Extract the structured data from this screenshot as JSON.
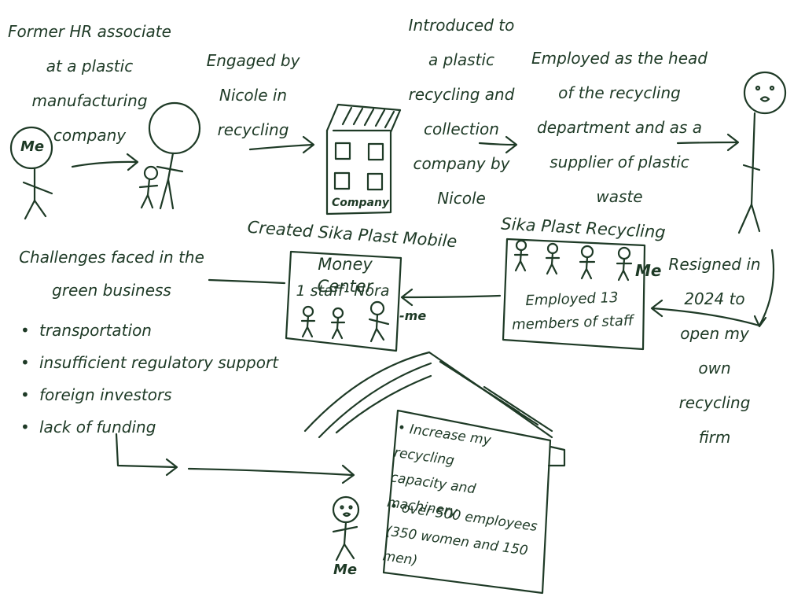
{
  "steps": {
    "hr": "Former HR associate\nat a plastic\nmanufacturing\ncompany",
    "engaged": "Engaged by\nNicole in\nrecycling",
    "introduced": "Introduced to\na plastic\nrecycling and\ncollection\ncompany by\nNicole",
    "employed": "Employed as the head\nof the recycling\ndepartment and as a\nsupplier of plastic\nwaste",
    "resigned": "Resigned in\n2024 to\nopen my\nown\nrecycling\nfirm"
  },
  "labels": {
    "me": "Me",
    "me_dash": "-me",
    "company": "Company",
    "sika_recycling_title": "Sika Plast Recycling",
    "sika_recycling_staff": "Employed 13\nmembers of staff",
    "mobile_title": "Created Sika Plast Mobile",
    "mobile_center": "Money Center",
    "mobile_staff": "1 staff- Nora"
  },
  "challenges": {
    "heading": "Challenges faced in the\ngreen business",
    "items": [
      "transportation",
      "insufficient regulatory support",
      "foreign investors",
      "lack of funding"
    ]
  },
  "goals": [
    "Increase my recycling\ncapacity and\nmachinery",
    "over 500 employees\n(350 women and 150\nmen)"
  ],
  "colors": {
    "ink": "#1e3a26",
    "paper": "#ffffff"
  }
}
